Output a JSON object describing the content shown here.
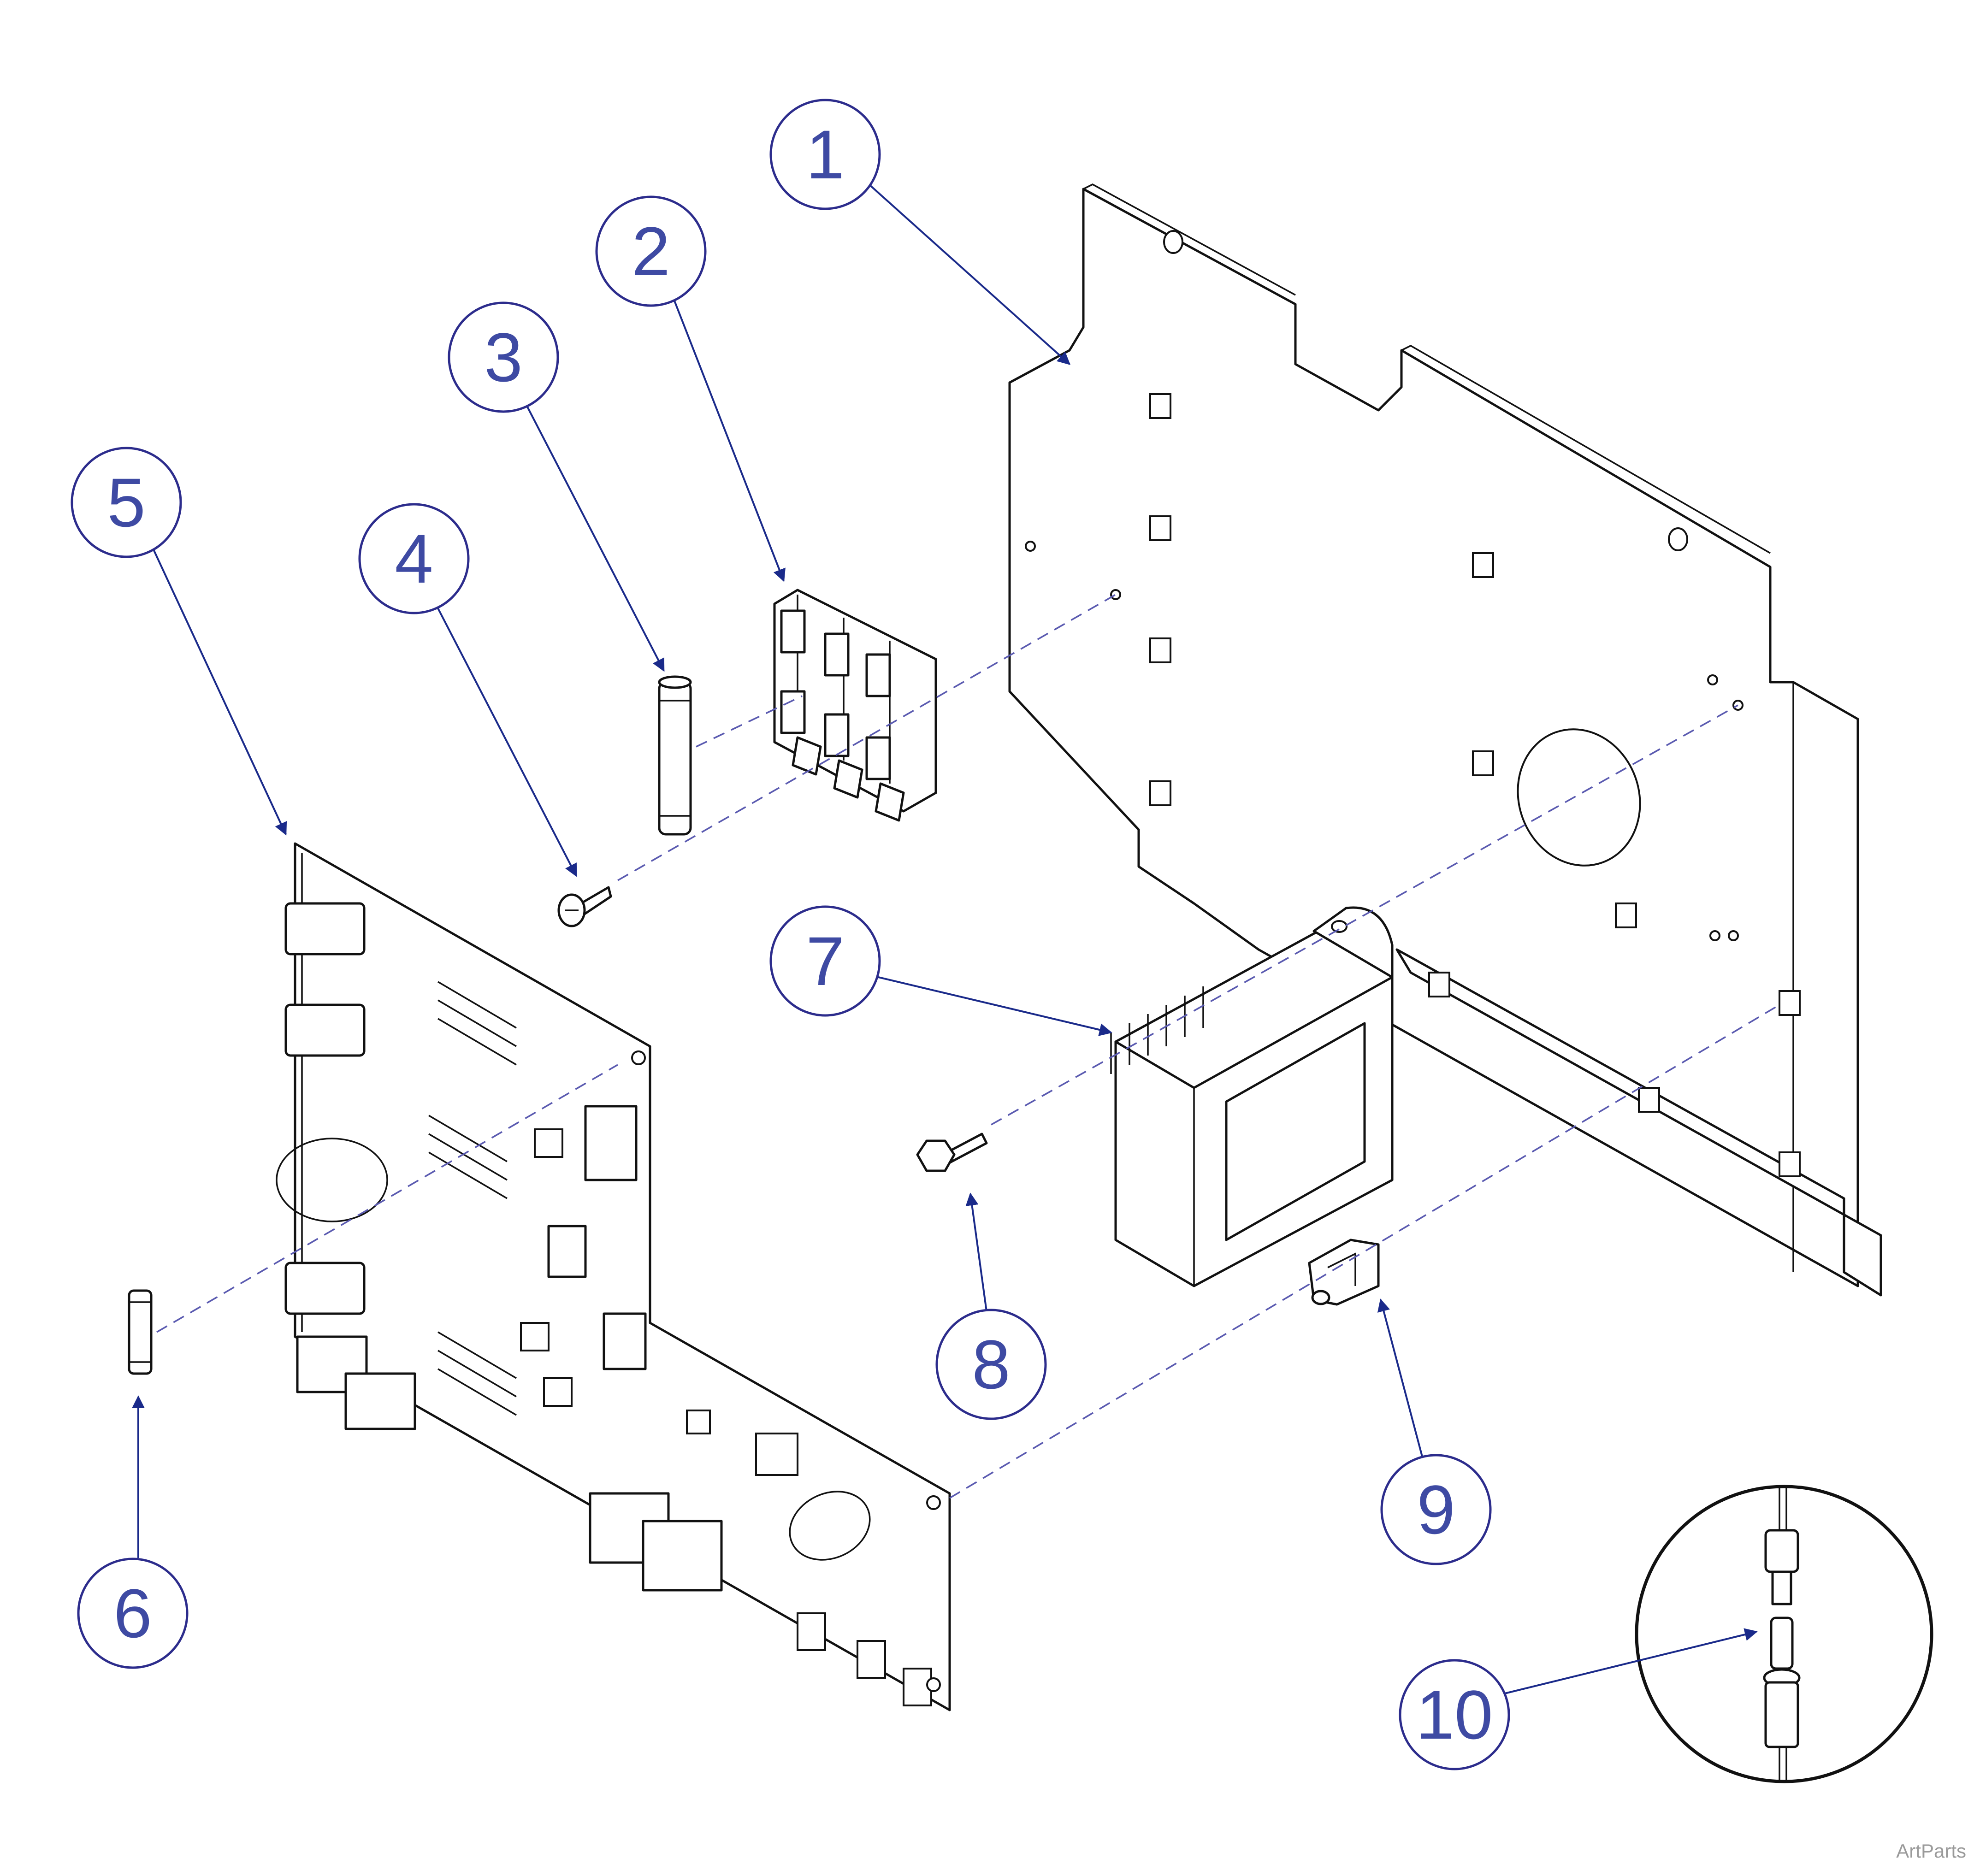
{
  "callouts": [
    {
      "number": "1",
      "part": "mounting-plate"
    },
    {
      "number": "2",
      "part": "fuse-holder"
    },
    {
      "number": "3",
      "part": "fuse-large"
    },
    {
      "number": "4",
      "part": "screw"
    },
    {
      "number": "5",
      "part": "circuit-board"
    },
    {
      "number": "6",
      "part": "fuse-small"
    },
    {
      "number": "7",
      "part": "transformer"
    },
    {
      "number": "8",
      "part": "hex-screw"
    },
    {
      "number": "9",
      "part": "standoff-clip"
    },
    {
      "number": "10",
      "part": "inline-fuse-detail"
    }
  ],
  "watermark": "ArtParts",
  "colors": {
    "callout": "#3e4aa3",
    "leader": "#1a2a8a",
    "line": "#111111",
    "dash": "#5a5ab0"
  }
}
